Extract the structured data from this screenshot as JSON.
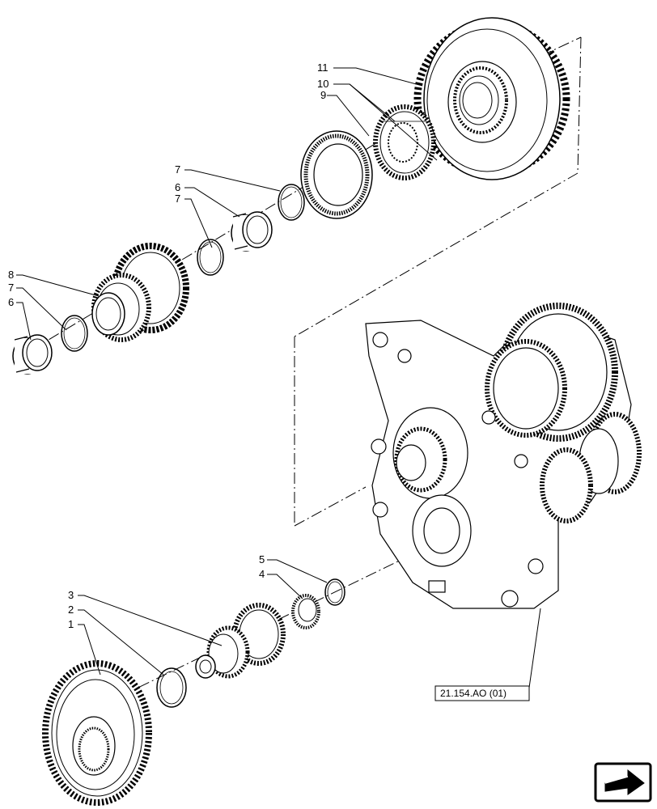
{
  "callouts": [
    {
      "id": "c11",
      "label": "11"
    },
    {
      "id": "c10",
      "label": "10"
    },
    {
      "id": "c9",
      "label": "9"
    },
    {
      "id": "c7a",
      "label": "7"
    },
    {
      "id": "c6a",
      "label": "6"
    },
    {
      "id": "c7b",
      "label": "7"
    },
    {
      "id": "c8",
      "label": "8"
    },
    {
      "id": "c7c",
      "label": "7"
    },
    {
      "id": "c6b",
      "label": "6"
    },
    {
      "id": "c5",
      "label": "5"
    },
    {
      "id": "c4",
      "label": "4"
    },
    {
      "id": "c3",
      "label": "3"
    },
    {
      "id": "c2",
      "label": "2"
    },
    {
      "id": "c1",
      "label": "1"
    }
  ],
  "reference": {
    "label": "21.154.AO (01)"
  },
  "icons": {
    "nav": "next-page-arrow-icon"
  }
}
